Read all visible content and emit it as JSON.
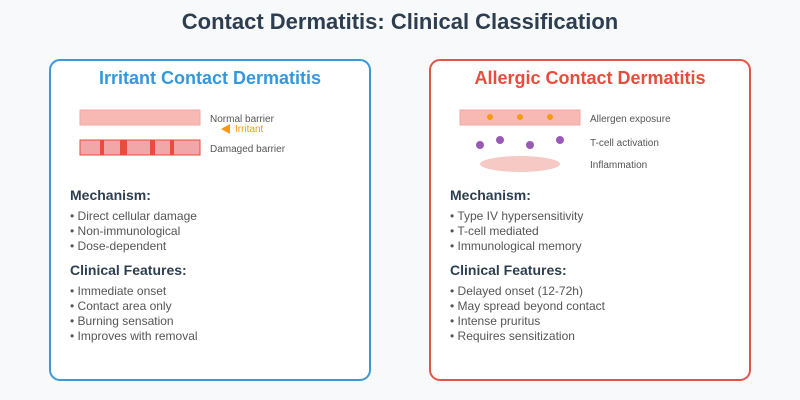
{
  "title": "Contact Dermatitis: Clinical Classification",
  "colors": {
    "irritant": "#3498db",
    "allergic": "#e74c3c",
    "irritant_arrow": "#f39c12",
    "tcell": "#9b59b6"
  },
  "irritant": {
    "title": "Irritant Contact Dermatitis",
    "diagram": {
      "normal": "Normal barrier",
      "irritant": "Irritant",
      "damaged": "Damaged barrier"
    },
    "mechanism_heading": "Mechanism:",
    "mechanism": [
      "• Direct cellular damage",
      "• Non-immunological",
      "• Dose-dependent"
    ],
    "features_heading": "Clinical Features:",
    "features": [
      "• Immediate onset",
      "• Contact area only",
      "• Burning sensation",
      "• Improves with removal"
    ]
  },
  "allergic": {
    "title": "Allergic Contact Dermatitis",
    "diagram": {
      "exposure": "Allergen exposure",
      "tcell": "T-cell activation",
      "inflammation": "Inflammation"
    },
    "mechanism_heading": "Mechanism:",
    "mechanism": [
      "• Type IV hypersensitivity",
      "• T-cell mediated",
      "• Immunological memory"
    ],
    "features_heading": "Clinical Features:",
    "features": [
      "• Delayed onset (12-72h)",
      "• May spread beyond contact",
      "• Intense pruritus",
      "• Requires sensitization"
    ]
  }
}
